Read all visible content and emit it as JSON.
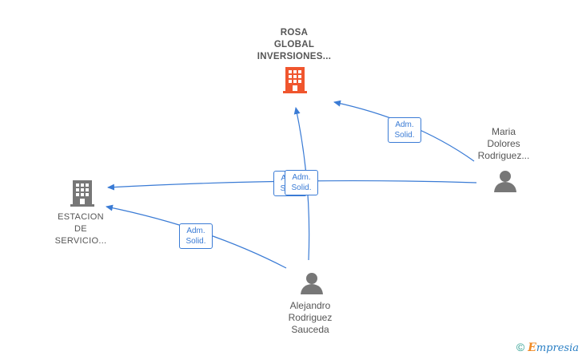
{
  "nodes": {
    "rosa": {
      "lines": [
        "ROSA",
        "GLOBAL",
        "INVERSIONES..."
      ],
      "type": "company",
      "color": "#f0562e"
    },
    "estacion": {
      "lines": [
        "ESTACION",
        "DE",
        "SERVICIO..."
      ],
      "type": "company",
      "color": "#777777"
    },
    "maria": {
      "lines": [
        "Maria",
        "Dolores",
        "Rodriguez..."
      ],
      "type": "person",
      "color": "#777777"
    },
    "alejandro": {
      "lines": [
        "Alejandro",
        "Rodriguez",
        "Sauceda"
      ],
      "type": "person",
      "color": "#777777"
    }
  },
  "edges": [
    {
      "from": "maria",
      "to": "rosa",
      "label": [
        "Adm.",
        "Solid."
      ]
    },
    {
      "from": "maria",
      "to": "estacion",
      "label": [
        "Adm.",
        "Solid."
      ]
    },
    {
      "from": "alejandro",
      "to": "rosa",
      "label": [
        "Adm.",
        "Solid."
      ]
    },
    {
      "from": "alejandro",
      "to": "estacion",
      "label": [
        "Adm.",
        "Solid."
      ]
    }
  ],
  "footer": {
    "copyright": "©",
    "brand_initial": "E",
    "brand_rest": "mpresia"
  },
  "colors": {
    "edge": "#3a7bd5",
    "company_highlight": "#f0562e",
    "neutral": "#777777"
  }
}
